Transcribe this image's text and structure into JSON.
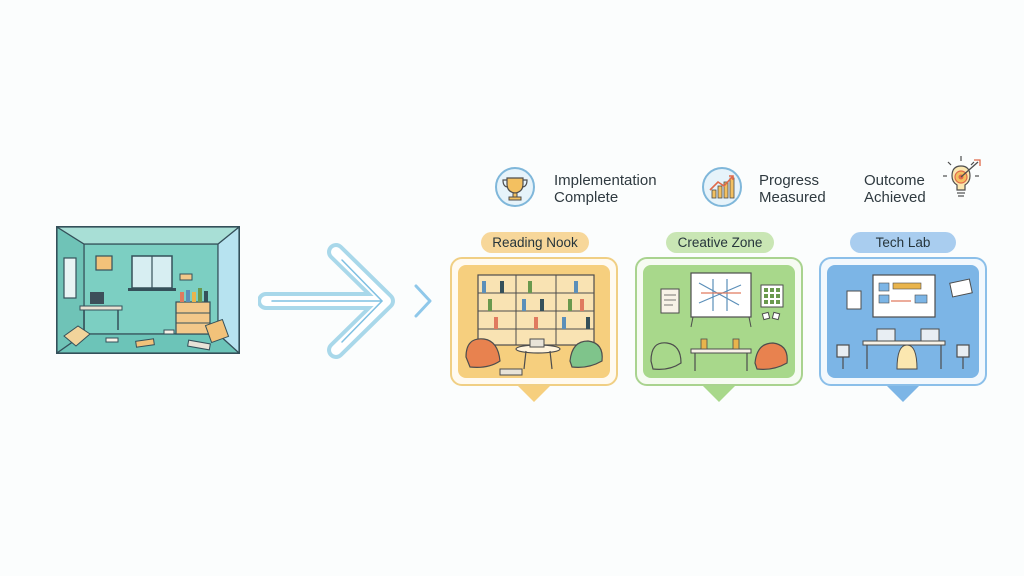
{
  "status": {
    "implementation": {
      "line1": "Implementation",
      "line2": "Complete",
      "icon": "trophy-icon"
    },
    "progress": {
      "line1": "Progress",
      "line2": "Measured",
      "icon": "growth-chart-icon"
    },
    "outcome": {
      "line1": "Outcome",
      "line2": "Achieved",
      "icon": "lightbulb-target-icon"
    }
  },
  "zones": [
    {
      "label": "Reading Nook",
      "pill_color": "#f7d79a",
      "card_border": "#f0cf84",
      "card_fill": "#f6cf7e"
    },
    {
      "label": "Creative Zone",
      "pill_color": "#c9e6b4",
      "card_border": "#a9d38f",
      "card_fill": "#a8d88b"
    },
    {
      "label": "Tech Lab",
      "pill_color": "#a9cdef",
      "card_border": "#8bbfe9",
      "card_fill": "#7cb5e6"
    }
  ],
  "colors": {
    "before_room": "#7ccfc2",
    "arrow": "#a9d8ea"
  }
}
